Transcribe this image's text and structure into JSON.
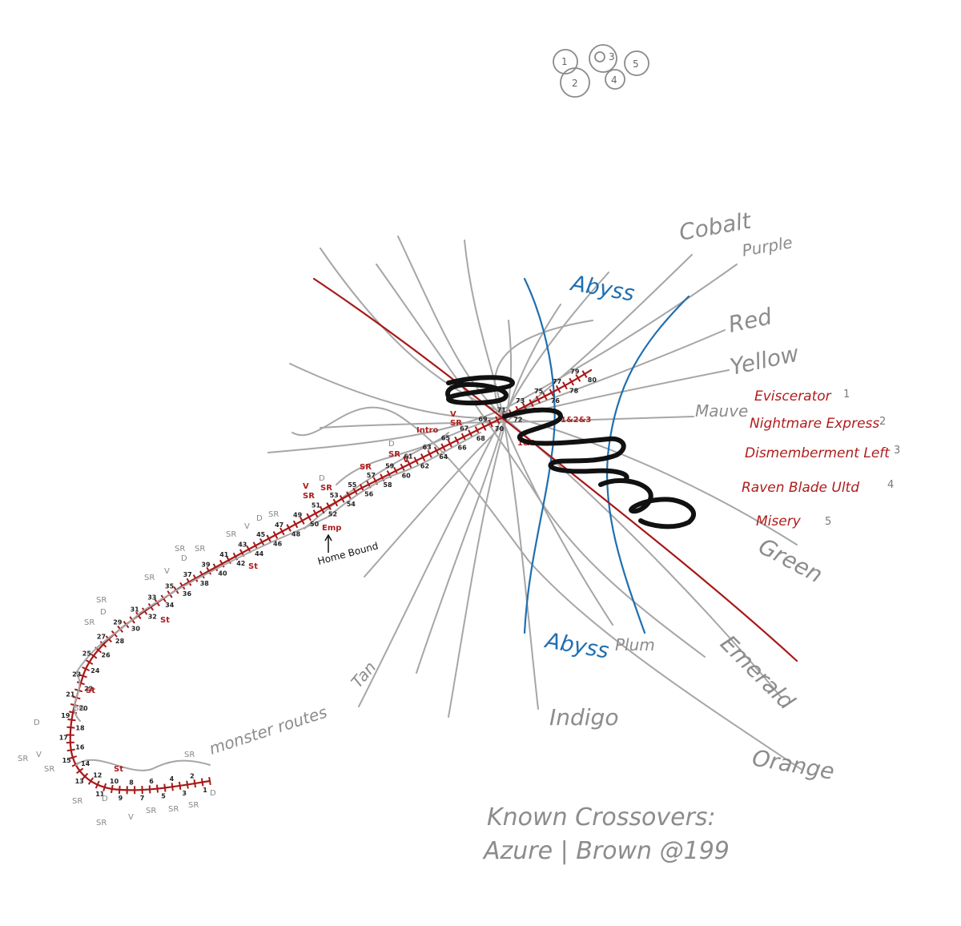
{
  "map": {
    "line_labels": {
      "cobalt": "Cobalt",
      "purple": "Purple",
      "red": "Red",
      "yellow": "Yellow",
      "mauve": "Mauve",
      "green": "Green",
      "emerald": "Emerald",
      "orange": "Orange",
      "indigo": "Indigo",
      "plum": "Plum",
      "tan": "Tan",
      "abyss_top": "Abyss",
      "abyss_bottom": "Abyss"
    },
    "legend": [
      {
        "name": "Eviscerator",
        "num": "1"
      },
      {
        "name": "Nightmare Express",
        "num": "2"
      },
      {
        "name": "Dismemberment Left",
        "num": "3"
      },
      {
        "name": "Raven Blade Ultd",
        "num": "4"
      },
      {
        "name": "Misery",
        "num": "5"
      }
    ],
    "circles": [
      "1",
      "2",
      "3",
      "4",
      "5"
    ],
    "notes": {
      "known_crossovers": "Known Crossovers:",
      "azure_brown": "Azure | Brown @199"
    },
    "route_notes": {
      "monster_routes": "monster routes",
      "homebound": "Home Bound",
      "emp": "Emp",
      "intro": "Intro",
      "one_two_three": "1&2&3",
      "one_two": "1&2"
    },
    "stops": [
      "1",
      "2",
      "3",
      "4",
      "5",
      "6",
      "7",
      "8",
      "9",
      "10",
      "11",
      "12",
      "13",
      "14",
      "15",
      "16",
      "17",
      "18",
      "19",
      "20",
      "21",
      "22",
      "23",
      "24",
      "25",
      "26",
      "27",
      "28",
      "29",
      "30",
      "31",
      "32",
      "33",
      "34",
      "35",
      "36",
      "37",
      "38",
      "39",
      "40",
      "41",
      "42",
      "43",
      "44",
      "45",
      "46",
      "47",
      "48",
      "49",
      "50",
      "51",
      "52",
      "53",
      "54",
      "55",
      "56",
      "57",
      "58",
      "59",
      "60",
      "61",
      "62",
      "63",
      "64",
      "65",
      "66",
      "67",
      "68",
      "69",
      "70",
      "71",
      "72",
      "73",
      "74",
      "75",
      "76",
      "77",
      "78",
      "79",
      "80"
    ],
    "markers": {
      "sr": "SR",
      "v": "V",
      "d": "D",
      "st": "St"
    },
    "colors": {
      "gray": "#a6a6a6",
      "blue": "#1f6fb0",
      "red": "#a81818",
      "black": "#111111"
    }
  }
}
